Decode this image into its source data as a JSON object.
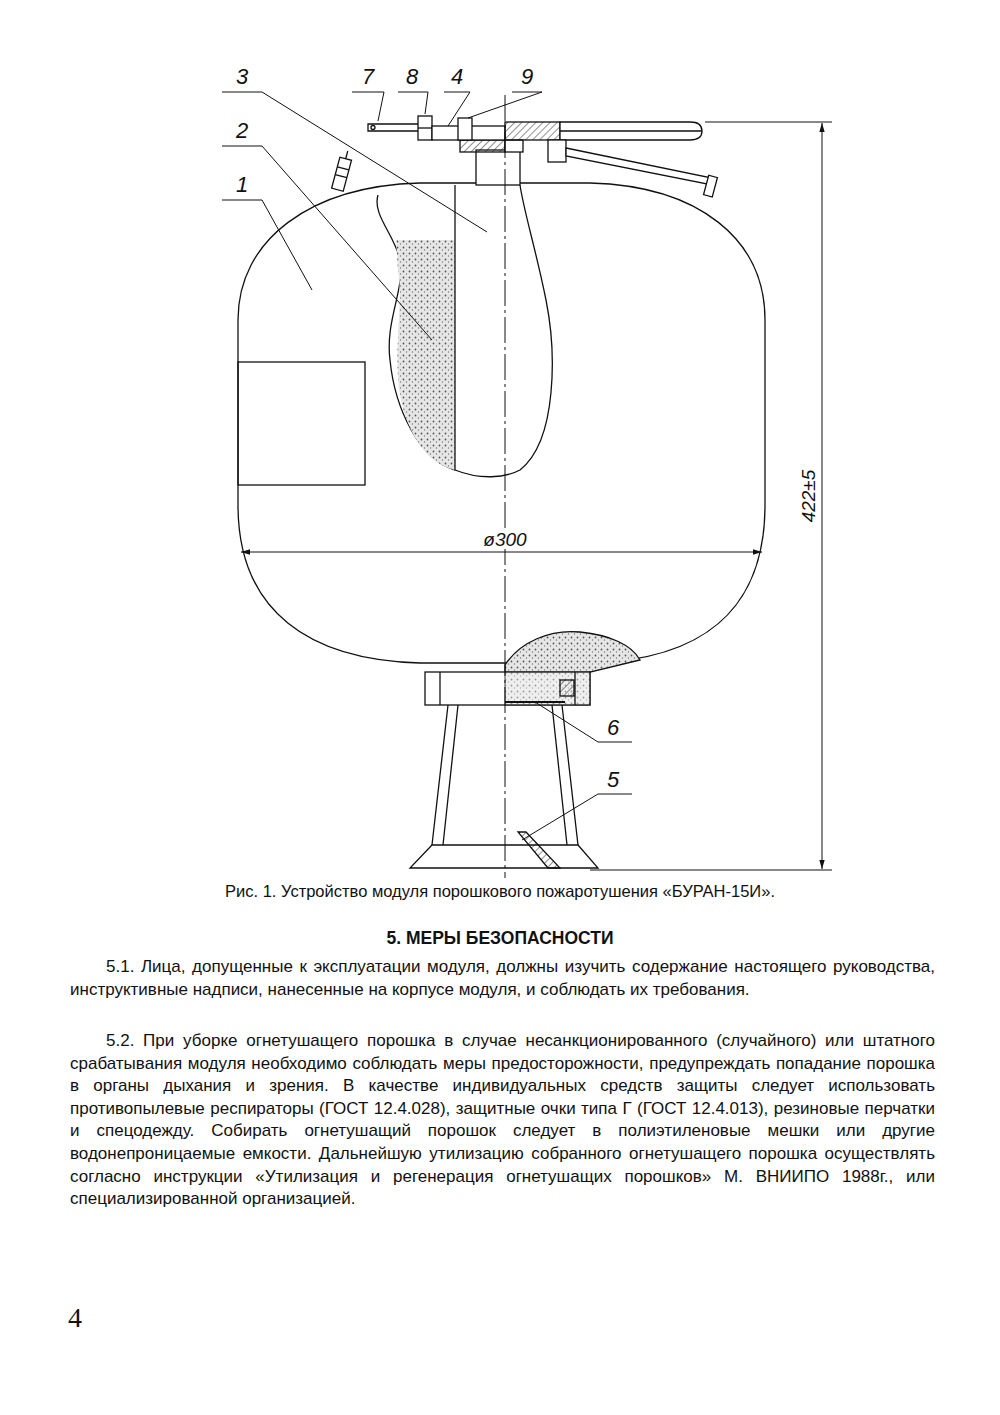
{
  "diagram": {
    "title": "5. МЕРЫ БЕЗОПАСНОСТИ",
    "caption": "Рис. 1. Устройство модуля порошкового пожаротушения «БУРАН-15И».",
    "labels": [
      "3",
      "7",
      "8",
      "4",
      "9",
      "2",
      "1",
      "ø300",
      "422±5",
      "6",
      "5",
      "5.1. Лица, допущенные к эксплуатации модуля, должны изучить содержание настоящего руководства, инструктивные надписи, нанесенные на корпусе модуля, и соблюдать их требования.",
      "5.2. При уборке огнетушащего порошка в случае несанкционированного (случайного) или штатного срабатывания модуля необходимо соблюдать меры предосторожности, предупреждать попадание порошка в органы дыхания и зрения. В качестве индивидуальных средств защиты следует использовать противопылевые респираторы (ГОСТ 12.4.028), защитные очки типа Г (ГОСТ 12.4.013), резиновые перчатки и спецодежду. Собирать огнетушащий порошок следует в полиэтиленовые мешки или другие водонепроницаемые емкости. Дальнейшую утилизацию собранного огнетушащего порошка осуществлять согласно инструкции «Утилизация и регенерация огнетушащих порошков» М. ВНИИПО 1988г., или специализированной организацией.",
      "4"
    ]
  }
}
